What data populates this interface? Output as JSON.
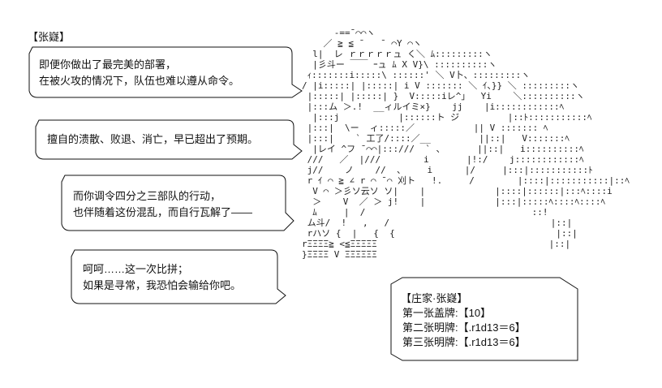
{
  "speaker_tag": "【张嶷】",
  "bubble1": {
    "line1": "即便你做出了最完美的部署，",
    "line2": "在被火攻的情况下，队伍也难以遵从命令。"
  },
  "bubble2": {
    "line1": "擅自的溃散、败退、消亡，早已超出了预期。"
  },
  "bubble3": {
    "line1": "而你调令四分之三部队的行动，",
    "line2": "也伴随着这份混乱，而自行瓦解了――"
  },
  "bubble4": {
    "line1": "呵呵……这一次比拼；",
    "line2": "如果是寻常，我恐怕会输给你吧。"
  },
  "info_box": {
    "title": "【庄家·张嶷】",
    "row1": "第一张盖牌:【10】",
    "row2": "第二张明牌:【.r1d13＝6】",
    "row3": "第三张明牌:【.r1d13＝6】"
  }
}
